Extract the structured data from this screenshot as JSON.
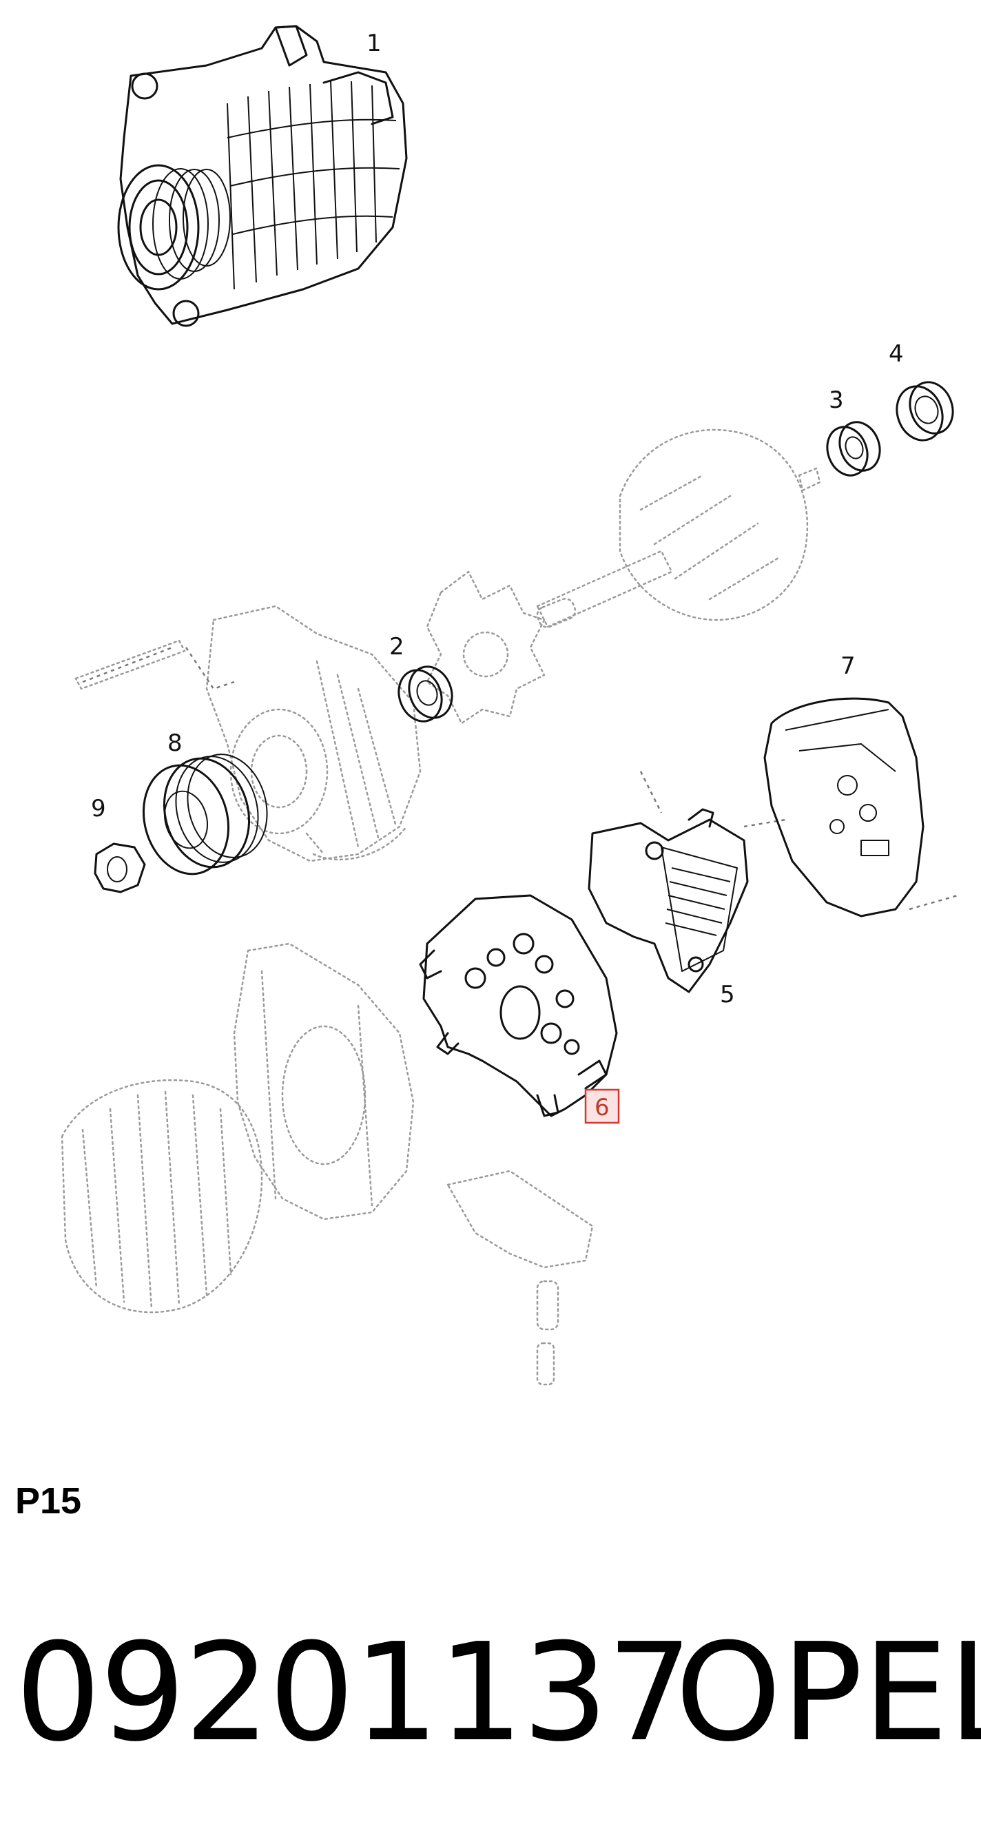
{
  "diagram": {
    "callouts": [
      "1",
      "2",
      "3",
      "4",
      "5",
      "6",
      "7",
      "8",
      "9"
    ],
    "highlighted_callout": "6",
    "highlight_color": "#d9342b"
  },
  "footer": {
    "page_code": "P15",
    "part_number": "09201137",
    "brand": "OPEL"
  }
}
